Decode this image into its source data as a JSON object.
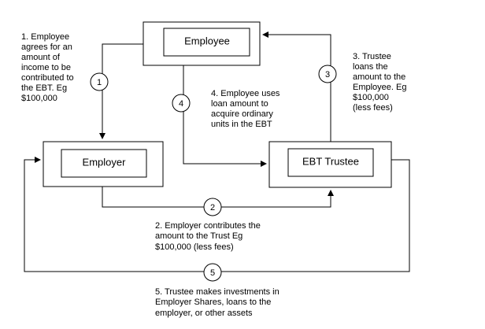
{
  "nodes": {
    "employee": "Employee",
    "employer": "Employer",
    "trustee": "EBT Trustee"
  },
  "steps": [
    {
      "number": "1",
      "lines": [
        "1. Employee",
        "agrees for an",
        "amount of",
        "income to be",
        "contributed to",
        "the EBT. Eg",
        "$100,000"
      ]
    },
    {
      "number": "2",
      "lines": [
        "2. Employer contributes the",
        "amount to the Trust Eg",
        "$100,000 (less fees)"
      ]
    },
    {
      "number": "3",
      "lines": [
        "3. Trustee",
        "loans the",
        "amount to the",
        "Employee. Eg",
        "$100,000",
        "(less fees)"
      ]
    },
    {
      "number": "4",
      "lines": [
        "4. Employee uses",
        "loan amount to",
        "acquire ordinary",
        "units in the EBT"
      ]
    },
    {
      "number": "5",
      "lines": [
        "5. Trustee makes investments in",
        "Employer Shares, loans to the",
        "employer, or other assets"
      ]
    }
  ]
}
